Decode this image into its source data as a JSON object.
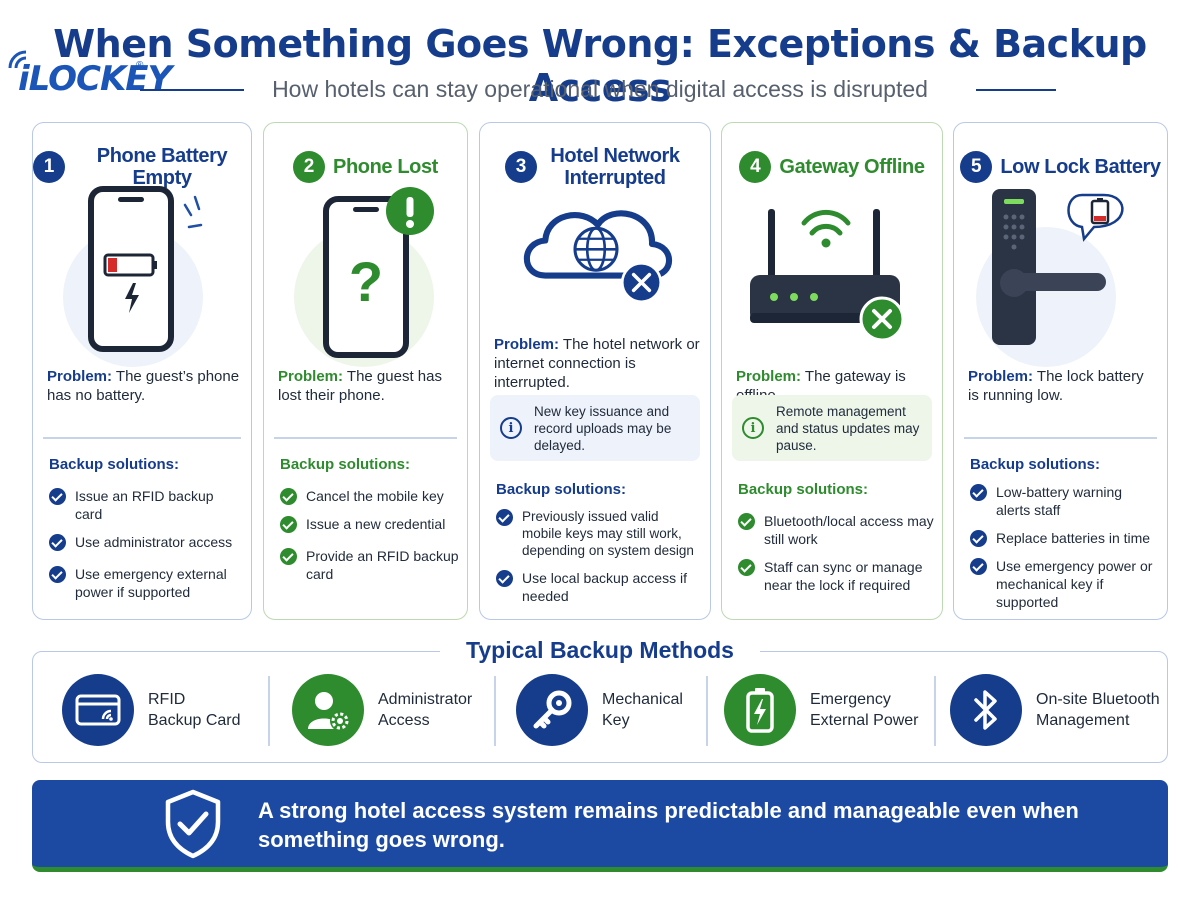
{
  "brand": {
    "logo_text": "iLOCKEY",
    "registered": "®"
  },
  "header": {
    "title": "When Something Goes Wrong: Exceptions & Backup Access",
    "subtitle": "How hotels can stay operational when digital access is disrupted"
  },
  "labels": {
    "problem": "Problem:",
    "backup_solutions": "Backup solutions:"
  },
  "colors": {
    "navy": "#163c8c",
    "green": "#2e8b2e",
    "banner": "#1c4aa3",
    "battery_low": "#d62b2b"
  },
  "cards": [
    {
      "number": "1",
      "title": "Phone Battery Empty",
      "problem": "The guest’s phone has no battery.",
      "solutions": [
        "Issue an RFID backup card",
        "Use administrator access",
        "Use emergency external power if supported"
      ]
    },
    {
      "number": "2",
      "title": "Phone Lost",
      "problem": "The guest has lost their phone.",
      "solutions": [
        "Cancel the mobile key",
        "Issue a new credential",
        "Provide an RFID backup card"
      ]
    },
    {
      "number": "3",
      "title": "Hotel Network Interrupted",
      "problem": "The hotel network or internet connection is interrupted.",
      "note": "New key issuance and record uploads may be delayed.",
      "solutions": [
        "Previously issued valid mobile keys may still work, depending on system design",
        "Use local backup access if needed"
      ]
    },
    {
      "number": "4",
      "title": "Gateway Offline",
      "problem": "The gateway is offline.",
      "note": "Remote management and status updates may pause.",
      "solutions": [
        "Bluetooth/local access may still work",
        "Staff can sync or manage near the lock if required"
      ]
    },
    {
      "number": "5",
      "title": "Low Lock Battery",
      "problem": "The lock battery is running low.",
      "solutions": [
        "Low-battery warning alerts staff",
        "Replace batteries in time",
        "Use emergency power or mechanical key if supported"
      ]
    }
  ],
  "methods": {
    "title": "Typical Backup Methods",
    "items": [
      {
        "label": "RFID\nBackup Card",
        "icon": "rfid-card-icon"
      },
      {
        "label": "Administrator\nAccess",
        "icon": "admin-gear-icon"
      },
      {
        "label": "Mechanical\nKey",
        "icon": "key-icon"
      },
      {
        "label": "Emergency\nExternal Power",
        "icon": "battery-charge-icon"
      },
      {
        "label": "On-site Bluetooth\nManagement",
        "icon": "bluetooth-icon"
      }
    ]
  },
  "banner": {
    "text": "A strong hotel access system remains predictable and manageable even when something goes wrong."
  }
}
